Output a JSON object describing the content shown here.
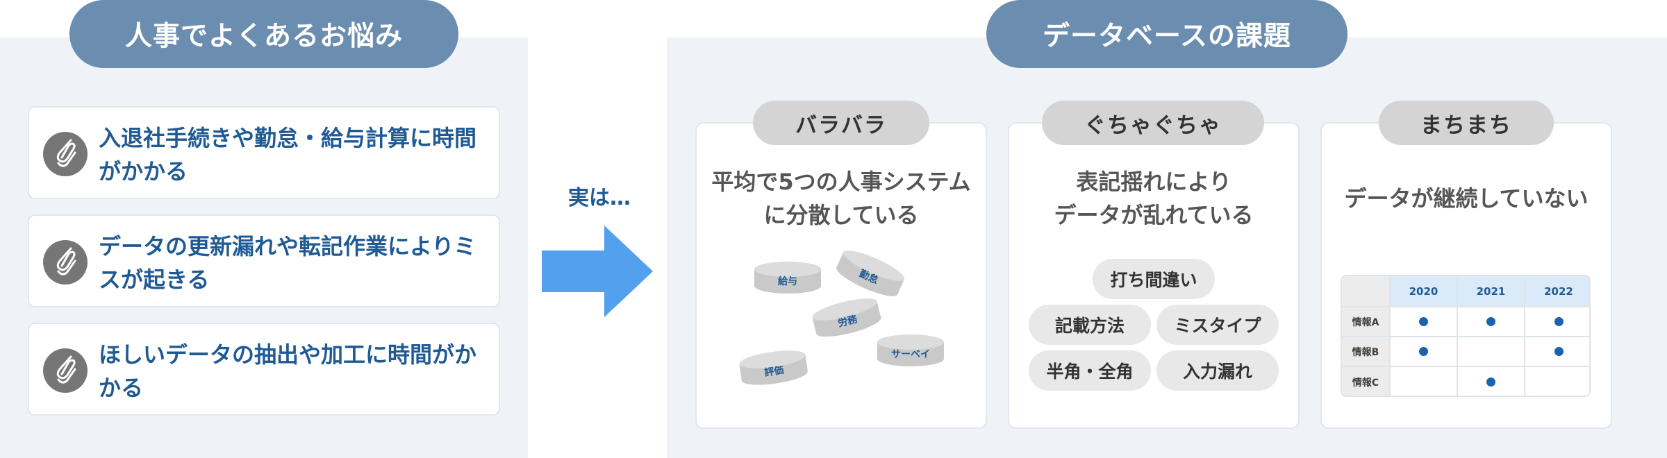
{
  "left_section": {
    "title": "人事でよくあるお悩み",
    "problems": [
      {
        "icon": "hair-clip-icon",
        "text": "入退社手続きや勤怠・給与計算に時間がかかる"
      },
      {
        "icon": "hair-clip-icon",
        "text": "データの更新漏れや転記作業によりミスが起きる"
      },
      {
        "icon": "hair-clip-icon",
        "text": "ほしいデータの抽出や加工に時間がかかる"
      }
    ]
  },
  "transition": {
    "text": "実は…",
    "arrow_color": "#52a0ee"
  },
  "right_section": {
    "title": "データベースの課題",
    "issues": [
      {
        "label": "バラバラ",
        "description": "平均で5つの人事システムに分散している",
        "databases": [
          "給与",
          "勤怠",
          "労務",
          "評価",
          "サーベイ"
        ]
      },
      {
        "label": "ぐちゃぐちゃ",
        "description": "表記揺れにより データが乱れている",
        "tags": [
          "打ち間違い",
          "記載方法",
          "ミスタイプ",
          "半角・全角",
          "入力漏れ"
        ]
      },
      {
        "label": "まちまち",
        "description": "データが継続していない",
        "table": {
          "columns": [
            "2020",
            "2021",
            "2022"
          ],
          "rows": [
            {
              "label": "情報A",
              "cells": [
                true,
                true,
                true
              ]
            },
            {
              "label": "情報B",
              "cells": [
                true,
                false,
                true
              ]
            },
            {
              "label": "情報C",
              "cells": [
                false,
                true,
                false
              ]
            }
          ]
        }
      }
    ]
  },
  "colors": {
    "pill": "#6a8db0",
    "panel_bg": "#eff3f8",
    "accent_text": "#1f5a94",
    "label_pill": "#d4d4d4",
    "dot": "#1a63b0"
  }
}
